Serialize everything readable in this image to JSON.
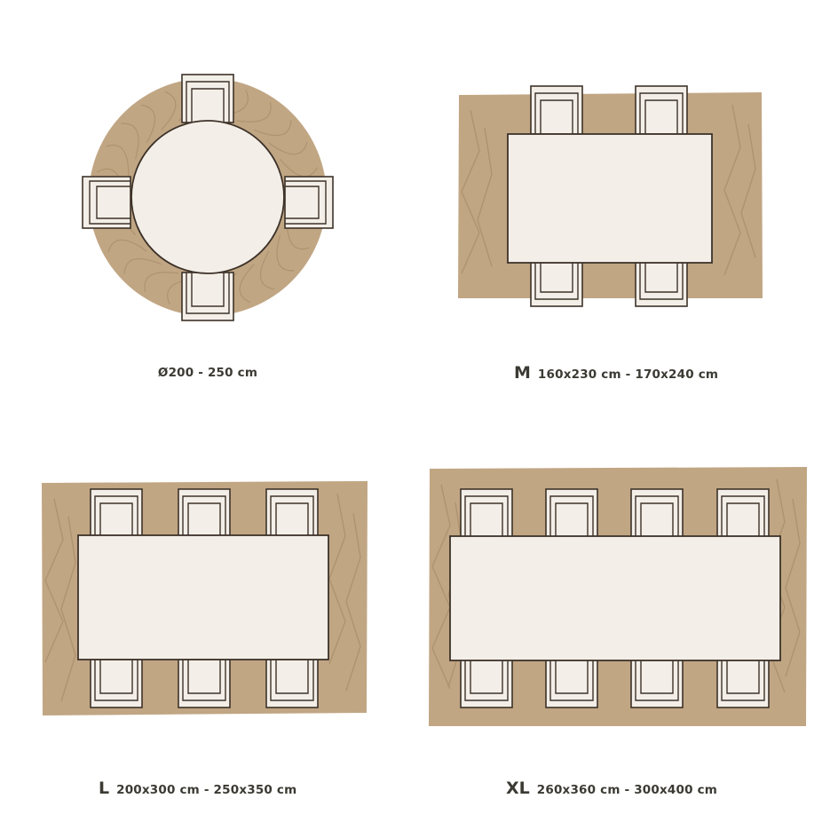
{
  "colors": {
    "rug": "#c1a684",
    "rug_texture": "#ae9370",
    "furniture_fill": "#f3efe8",
    "outline": "#3d3229",
    "text": "#3b3a33",
    "background": "#ffffff"
  },
  "layouts": [
    {
      "id": "round",
      "shape": "round",
      "seats": 4,
      "size_code": "",
      "size_range": "Ø200 - 250 cm"
    },
    {
      "id": "m",
      "shape": "rect",
      "seats_per_side": 2,
      "size_code": "M",
      "size_range": "160x230 cm - 170x240 cm"
    },
    {
      "id": "l",
      "shape": "rect",
      "seats_per_side": 3,
      "size_code": "L",
      "size_range": "200x300 cm - 250x350 cm"
    },
    {
      "id": "xl",
      "shape": "rect",
      "seats_per_side": 4,
      "size_code": "XL",
      "size_range": "260x360 cm - 300x400 cm"
    }
  ]
}
